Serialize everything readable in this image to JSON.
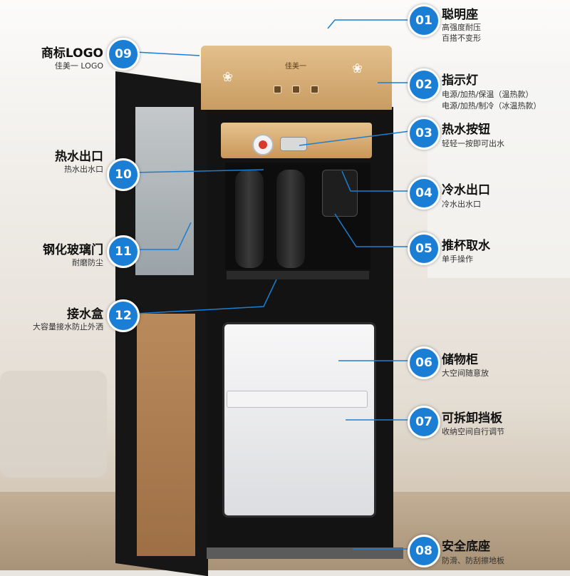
{
  "brand_on_panel": "佳美一",
  "colors": {
    "badge": "#1a7fd4",
    "panel_gold": "#d7ad74",
    "body": "#131313"
  },
  "callouts": [
    {
      "num": "01",
      "title": "聪明座",
      "lines": [
        "高强度耐压",
        "百搭不变形"
      ]
    },
    {
      "num": "02",
      "title": "指示灯",
      "lines": [
        "电源/加热/保温（温热款）",
        "电源/加热/制冷（冰温热款）"
      ]
    },
    {
      "num": "03",
      "title": "热水按钮",
      "lines": [
        "轻轻一按即可出水"
      ]
    },
    {
      "num": "04",
      "title": "冷水出口",
      "lines": [
        "冷水出水口"
      ]
    },
    {
      "num": "05",
      "title": "推杯取水",
      "lines": [
        "单手操作"
      ]
    },
    {
      "num": "06",
      "title": "储物柜",
      "lines": [
        "大空间随意放"
      ]
    },
    {
      "num": "07",
      "title": "可拆卸挡板",
      "lines": [
        "收纳空间自行调节"
      ]
    },
    {
      "num": "08",
      "title": "安全底座",
      "lines": [
        "防滑、防刮擦地板"
      ]
    },
    {
      "num": "09",
      "title": "商标LOGO",
      "lines": [
        "佳美一 LOGO"
      ]
    },
    {
      "num": "10",
      "title": "热水出口",
      "lines": [
        "热水出水口"
      ]
    },
    {
      "num": "11",
      "title": "钢化玻璃门",
      "lines": [
        "耐磨防尘"
      ]
    },
    {
      "num": "12",
      "title": "接水盒",
      "lines": [
        "大容量接水防止外洒"
      ]
    }
  ]
}
